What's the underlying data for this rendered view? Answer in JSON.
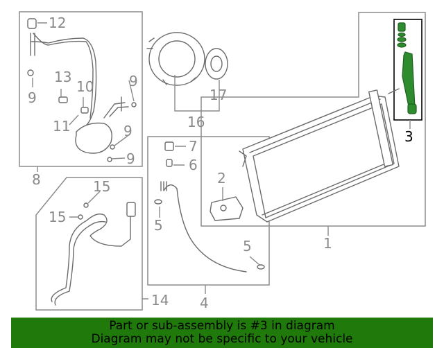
{
  "diagram": {
    "highlighted_callout": "3",
    "callouts": {
      "c1": "1",
      "c2": "2",
      "c3": "3",
      "c4": "4",
      "c5a": "5",
      "c5b": "5",
      "c6": "6",
      "c7": "7",
      "c8": "8",
      "c9a": "9",
      "c9b": "9",
      "c9c": "9",
      "c9d": "9",
      "c10": "10",
      "c11": "11",
      "c12": "12",
      "c13": "13",
      "c14": "14",
      "c15a": "15",
      "c15b": "15",
      "c16": "16",
      "c17": "17"
    },
    "colors": {
      "highlight": "#2e8b2e",
      "banner": "#1f7a0b",
      "line": "#8c8c8c"
    }
  },
  "banner": {
    "line1": "Part or sub-assembly is #3 in diagram",
    "line2": "Diagram may not be specific to your vehicle"
  }
}
